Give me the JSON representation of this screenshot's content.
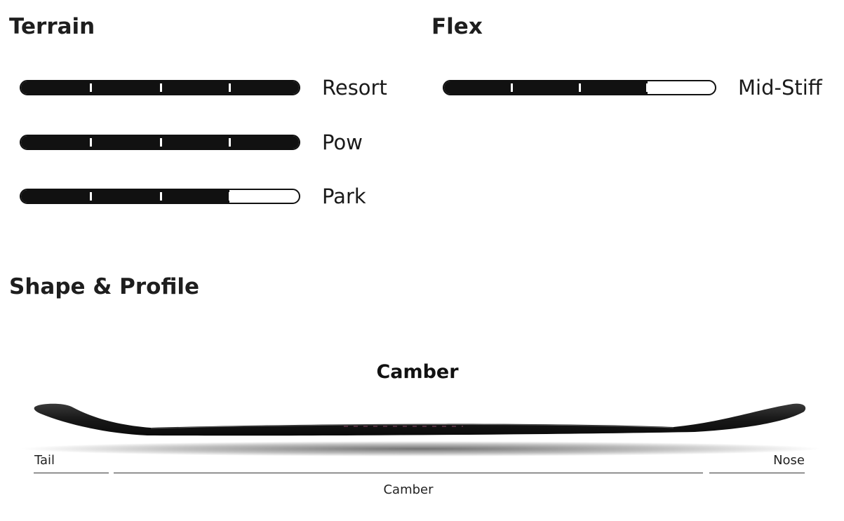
{
  "terrain": {
    "heading": "Terrain",
    "ratings": [
      {
        "label": "Resort",
        "level": 4,
        "max": 4
      },
      {
        "label": "Pow",
        "level": 4,
        "max": 4
      },
      {
        "label": "Park",
        "level": 3,
        "max": 4
      }
    ]
  },
  "flex": {
    "heading": "Flex",
    "rating": {
      "label": "Mid-Stiff",
      "level": 3,
      "max": 4
    }
  },
  "shape_profile": {
    "heading": "Shape & Profile",
    "profile_name": "Camber",
    "zones": {
      "tail": "Tail",
      "center": "Camber",
      "nose": "Nose"
    }
  },
  "colors": {
    "bar_fill": "#111111",
    "bar_empty": "#ffffff",
    "text": "#1a1a1a"
  }
}
